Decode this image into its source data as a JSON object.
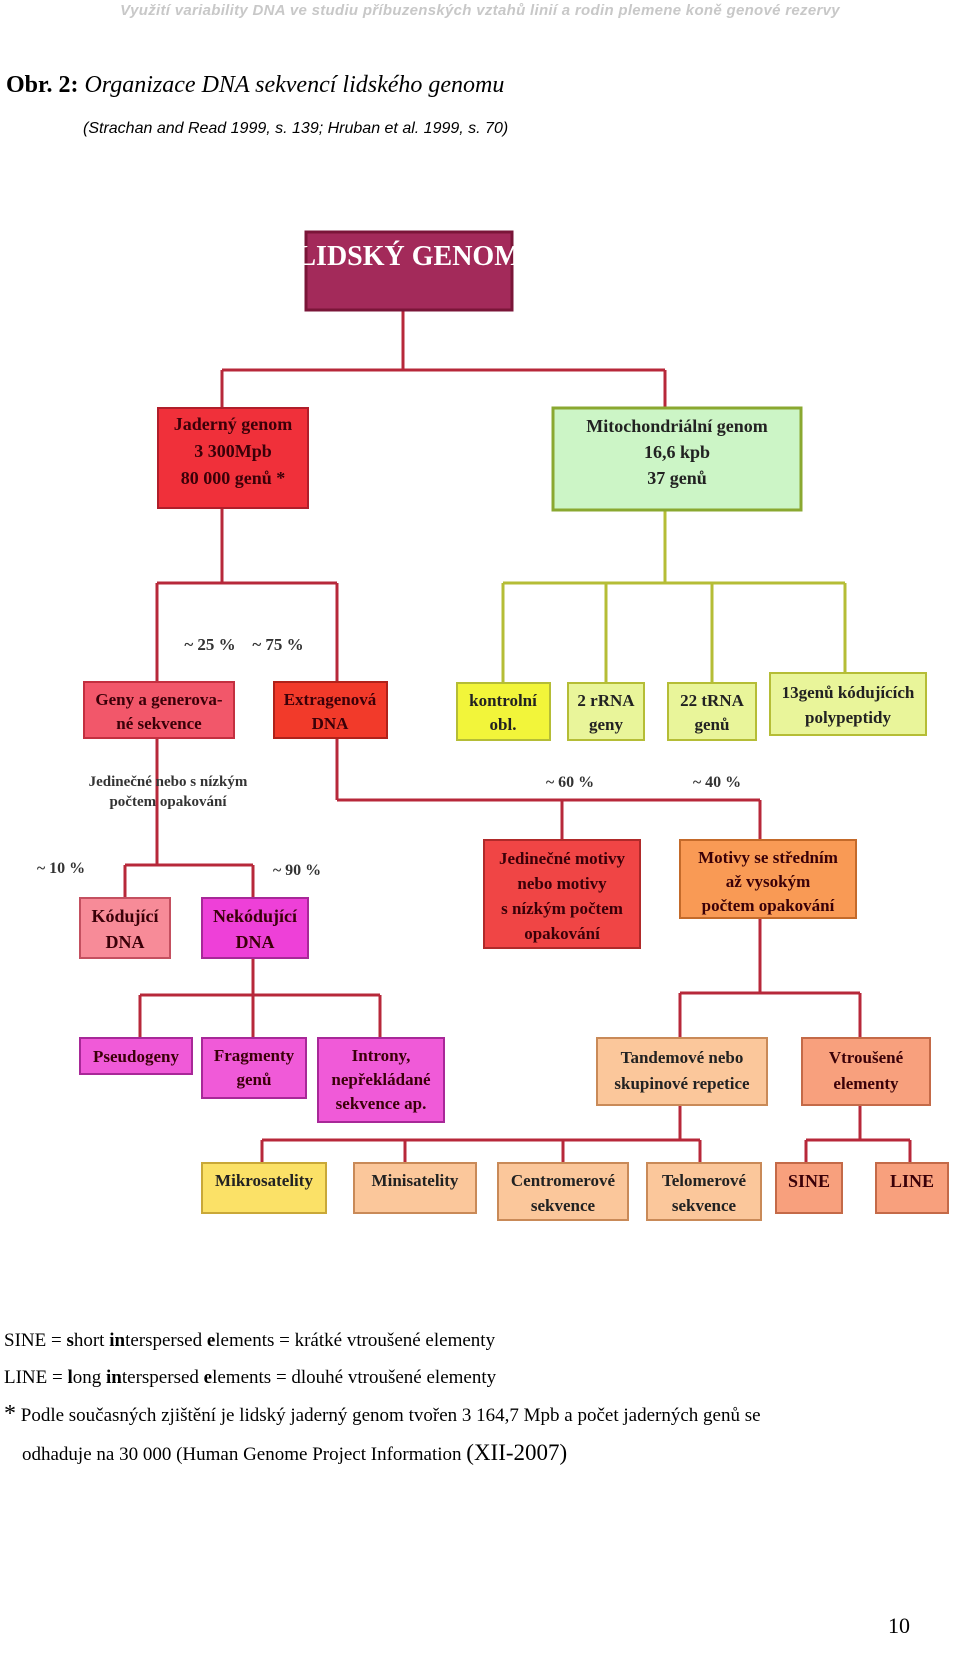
{
  "header": "Využití variability DNA ve studiu příbuzenských vztahů linií a rodin plemene koně genové rezervy",
  "figure": {
    "number": "Obr. 2:",
    "title": "Organizace DNA sekvencí lidského genomu",
    "source": "(Strachan and Read 1999, s. 139; Hruban et al. 1999, s. 70)"
  },
  "diagram": {
    "root": "LIDSKÝ GENOM",
    "nuclear": [
      "Jaderný genom",
      "3 300Mpb",
      "80 000 genů *"
    ],
    "mito": [
      "Mitochondriální genom",
      "16,6 kpb",
      "37 genů"
    ],
    "genes": [
      "Geny a generova-",
      "né sekvence"
    ],
    "extragenic": [
      "Extragenová",
      "DNA"
    ],
    "control": [
      "kontrolní",
      "obl."
    ],
    "rrna": [
      "2 rRNA",
      "geny"
    ],
    "trna": [
      "22 tRNA",
      "genů"
    ],
    "polypeptides": [
      "13genů kódujících",
      "polypeptidy"
    ],
    "pct_25": "~ 25 %",
    "pct_75": "~ 75 %",
    "unique_low": [
      "Jedinečné nebo s nízkým",
      "počtem opakování"
    ],
    "pct_60": "~ 60 %",
    "pct_40": "~ 40 %",
    "pct_10": "~ 10 %",
    "pct_90": "~ 90 %",
    "coding": [
      "Kódující",
      "DNA"
    ],
    "noncoding": [
      "Nekódující",
      "DNA"
    ],
    "unique_motifs": [
      "Jedinečné motivy",
      "nebo motivy",
      "s nízkým počtem",
      "opakování"
    ],
    "repeat_motifs": [
      "Motivy se středním",
      "až vysokým",
      "počtem opakování"
    ],
    "pseudogenes": [
      "Pseudogeny"
    ],
    "gene_fragments": [
      "Fragmenty",
      "genů"
    ],
    "introns": [
      "Introny,",
      "nepřekládané",
      "sekvence ap."
    ],
    "tandem": [
      "Tandemové nebo",
      "skupinové repetice"
    ],
    "interspersed": [
      "Vtroušené",
      "elementy"
    ],
    "microsat": [
      "Mikrosatelity"
    ],
    "minisat": [
      "Minisatelity"
    ],
    "centromeric": [
      "Centromerové",
      "sekvence"
    ],
    "telomeric": [
      "Telomerové",
      "sekvence"
    ],
    "sine": [
      "SINE"
    ],
    "line": [
      "LINE"
    ]
  },
  "notes": {
    "sine_def": {
      "a": "SINE = ",
      "b": "s",
      "c": "hort ",
      "d": "in",
      "e": "terspersed ",
      "f": "e",
      "g": "lements = krátké vtroušené elementy"
    },
    "line_def": {
      "a": "LINE = ",
      "b": "l",
      "c": "ong ",
      "d": "in",
      "e": "terspersed ",
      "f": "e",
      "g": "lements = dlouhé vtroušené elementy"
    },
    "footnote_star": "*",
    "footnote_1": " Podle současných zjištění je lidský jaderný genom tvořen 3 164,7 Mpb a počet jaderných genů se",
    "footnote_2a": "odhaduje na 30 000 (Human Genome Project Information ",
    "footnote_2b": "(XII-2007)"
  },
  "page_number": "10",
  "colors": {
    "root": "#a32a5a",
    "nuclear": "#f0303a",
    "mito": "#ccf5c6",
    "genes": "#f2576a",
    "extragenic": "#f23a2a",
    "mito_sub": "#e9f59a",
    "mito_sub_yellow": "#f2f53a",
    "unique_motifs": "#f04545",
    "repeat_motifs": "#f99a55",
    "coding": "#f78b98",
    "noncoding": "#ee40d8",
    "pink_sub": "#f05ad8",
    "peach": "#fbc79b",
    "salmon": "#f8a07d",
    "yellow_sub": "#fbe167",
    "red_line": "#b7283a",
    "olive_line": "#b5bd36"
  }
}
